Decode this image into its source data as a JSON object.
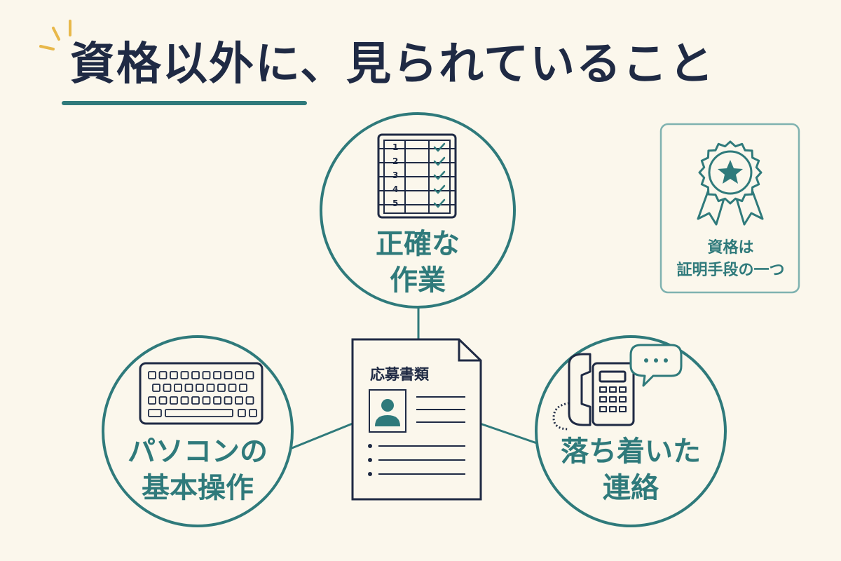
{
  "title": "資格以外に、見られていること",
  "center": {
    "label": "応募書類"
  },
  "nodes": {
    "top": {
      "line1": "正確な",
      "line2": "作業"
    },
    "left": {
      "line1": "パソコンの",
      "line2": "基本操作"
    },
    "right": {
      "line1": "落ち着いた",
      "line2": "連絡"
    }
  },
  "badge": {
    "line1": "資格は",
    "line2": "証明手段の一つ"
  },
  "checklist": {
    "rows": [
      "1",
      "2",
      "3",
      "4",
      "5"
    ]
  },
  "colors": {
    "accent": "#2f7a7b",
    "ink": "#1f2a44",
    "background": "#fbf7ec",
    "spark": "#e8b84a"
  },
  "icons": [
    "spark-icon",
    "checklist-icon",
    "keyboard-icon",
    "telephone-icon",
    "speech-bubble-icon",
    "medal-icon",
    "person-icon",
    "document-icon"
  ]
}
